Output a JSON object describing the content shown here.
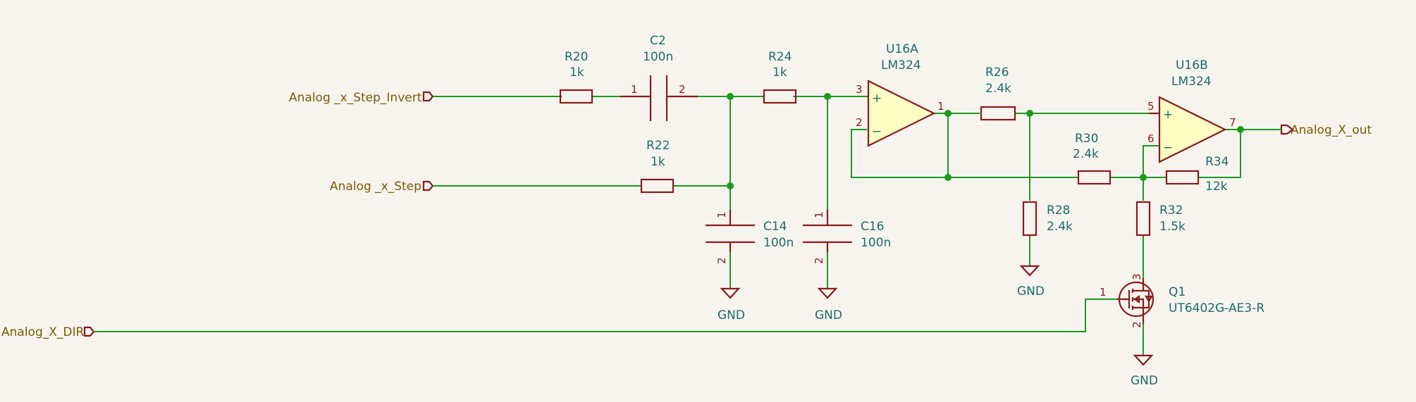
{
  "net_labels": {
    "step_invert": "Analog _x_Step_Invert",
    "step": "Analog _x_Step",
    "dir": "Analog_X_DIR",
    "out": "Analog_X_out"
  },
  "components": {
    "R20": {
      "ref": "R20",
      "value": "1k"
    },
    "C2": {
      "ref": "C2",
      "value": "100n"
    },
    "R24": {
      "ref": "R24",
      "value": "1k"
    },
    "R22": {
      "ref": "R22",
      "value": "1k"
    },
    "U16A": {
      "ref": "U16A",
      "value": "LM324"
    },
    "U16B": {
      "ref": "U16B",
      "value": "LM324"
    },
    "R26": {
      "ref": "R26",
      "value": "2.4k"
    },
    "R30": {
      "ref": "R30",
      "value": "2.4k"
    },
    "R34": {
      "ref": "R34",
      "value": "12k"
    },
    "R28": {
      "ref": "R28",
      "value": "2.4k"
    },
    "R32": {
      "ref": "R32",
      "value": "1.5k"
    },
    "C14": {
      "ref": "C14",
      "value": "100n"
    },
    "C16": {
      "ref": "C16",
      "value": "100n"
    },
    "Q1": {
      "ref": "Q1",
      "value": "UT6402G-AE3-R"
    }
  },
  "pins": {
    "c2_1": "1",
    "c2_2": "2",
    "u16a_plus": "3",
    "u16a_minus": "2",
    "u16a_out": "1",
    "u16b_plus": "5",
    "u16b_minus": "6",
    "u16b_out": "7",
    "c14_1": "1",
    "c14_2": "2",
    "c16_1": "1",
    "c16_2": "2",
    "q1_g": "1",
    "q1_d": "3",
    "q1_s": "2"
  },
  "symbols": {
    "plus": "+",
    "minus": "−"
  },
  "gnd_label": "GND"
}
